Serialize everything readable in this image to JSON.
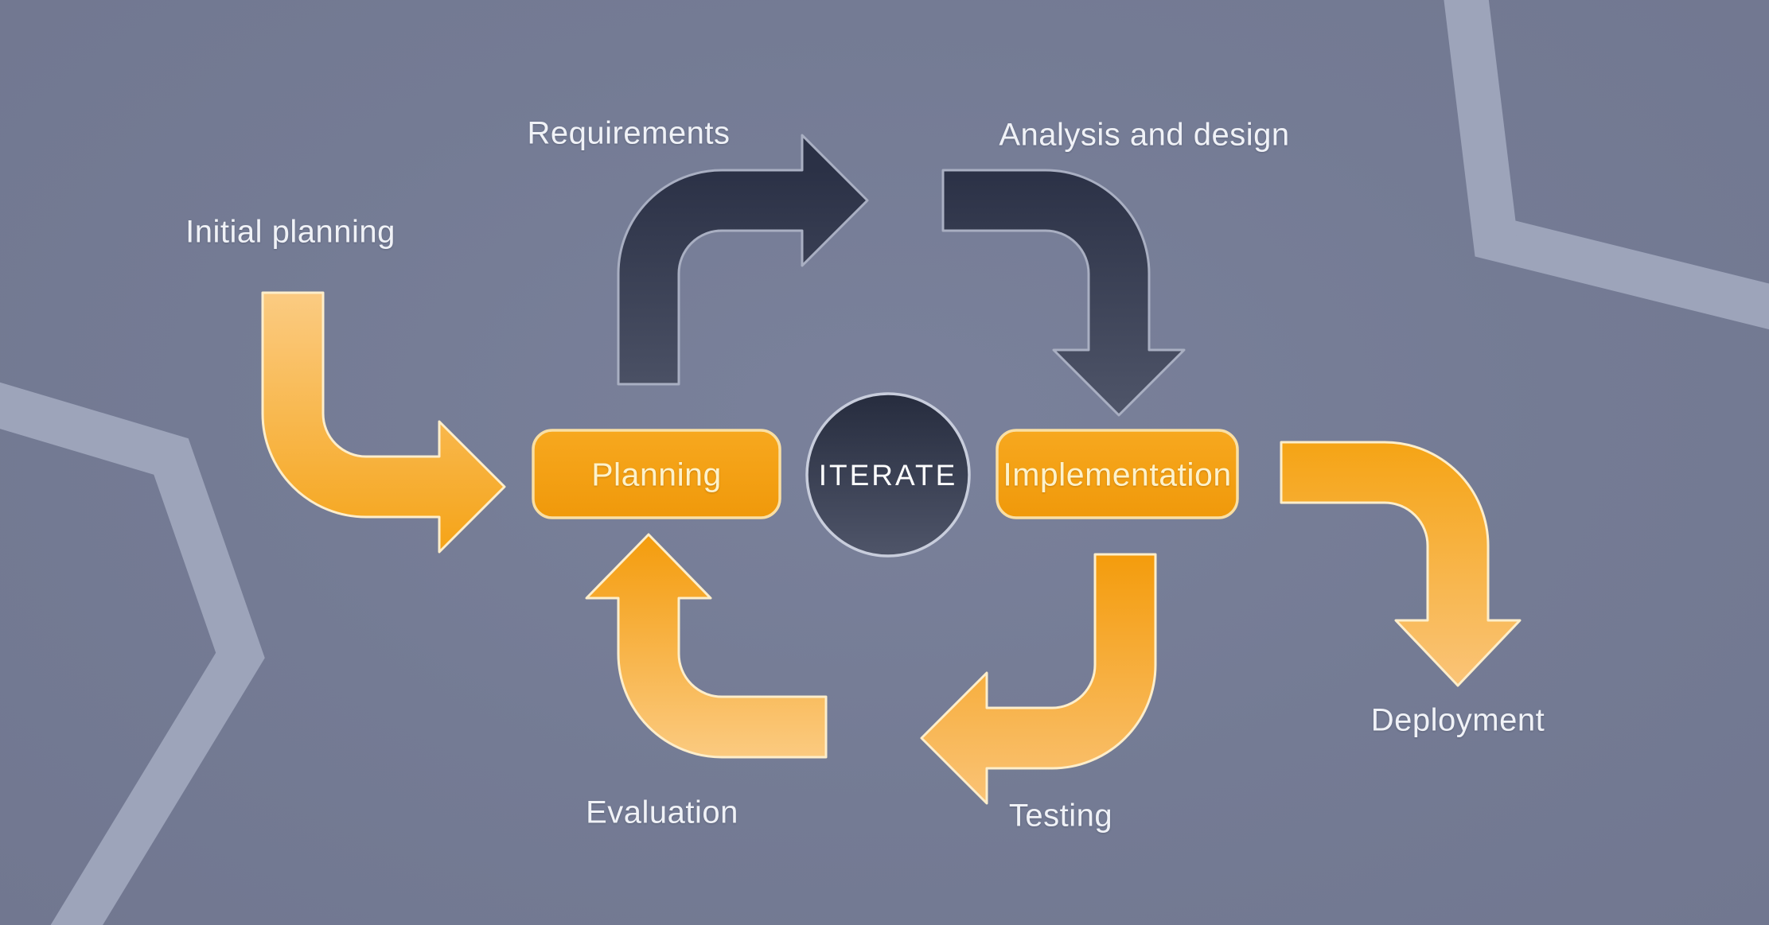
{
  "diagram": {
    "type": "iterative-development-cycle",
    "center_label": "ITERATE",
    "nodes": {
      "planning": "Planning",
      "implementation": "Implementation"
    },
    "stages": {
      "initial_planning": "Initial planning",
      "requirements": "Requirements",
      "analysis_design": "Analysis and design",
      "deployment": "Deployment",
      "testing": "Testing",
      "evaluation": "Evaluation"
    },
    "colors": {
      "background": "#757C95",
      "hex_band": "#9DA4BA",
      "orange": "#F5A00F",
      "orange_light": "#FBCA80",
      "orange_outline": "#FDEECB",
      "dark_navy_top": "#2E344A",
      "dark_navy_bottom": "#4E5468",
      "dark_outline": "#A9AFC2",
      "circle_outline": "#C8CDDC",
      "node_fill": "#F5A312",
      "node_outline": "#F9DFA4",
      "label_text": "#F0F2F7",
      "node_text": "#FDF2CB"
    }
  }
}
